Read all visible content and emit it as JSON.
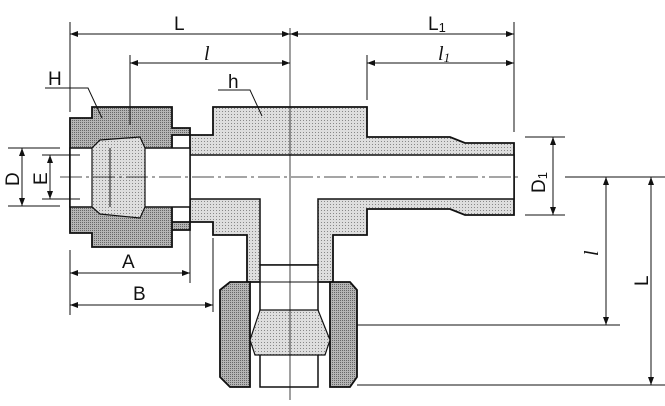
{
  "labels": {
    "L_top": "L",
    "L1_top": "L",
    "L1_sub": "1",
    "l_top": "l",
    "l1_top": "l",
    "l1_sub": "1",
    "H": "H",
    "h": "h",
    "D": "D",
    "E": "E",
    "D1": "D",
    "D1_sub": "1",
    "A": "A",
    "B": "B",
    "l_right": "l",
    "L_right": "L"
  },
  "colors": {
    "body_fill": "#d2d2d2",
    "nut_fill": "#a8a8a8",
    "line": "#111111"
  }
}
